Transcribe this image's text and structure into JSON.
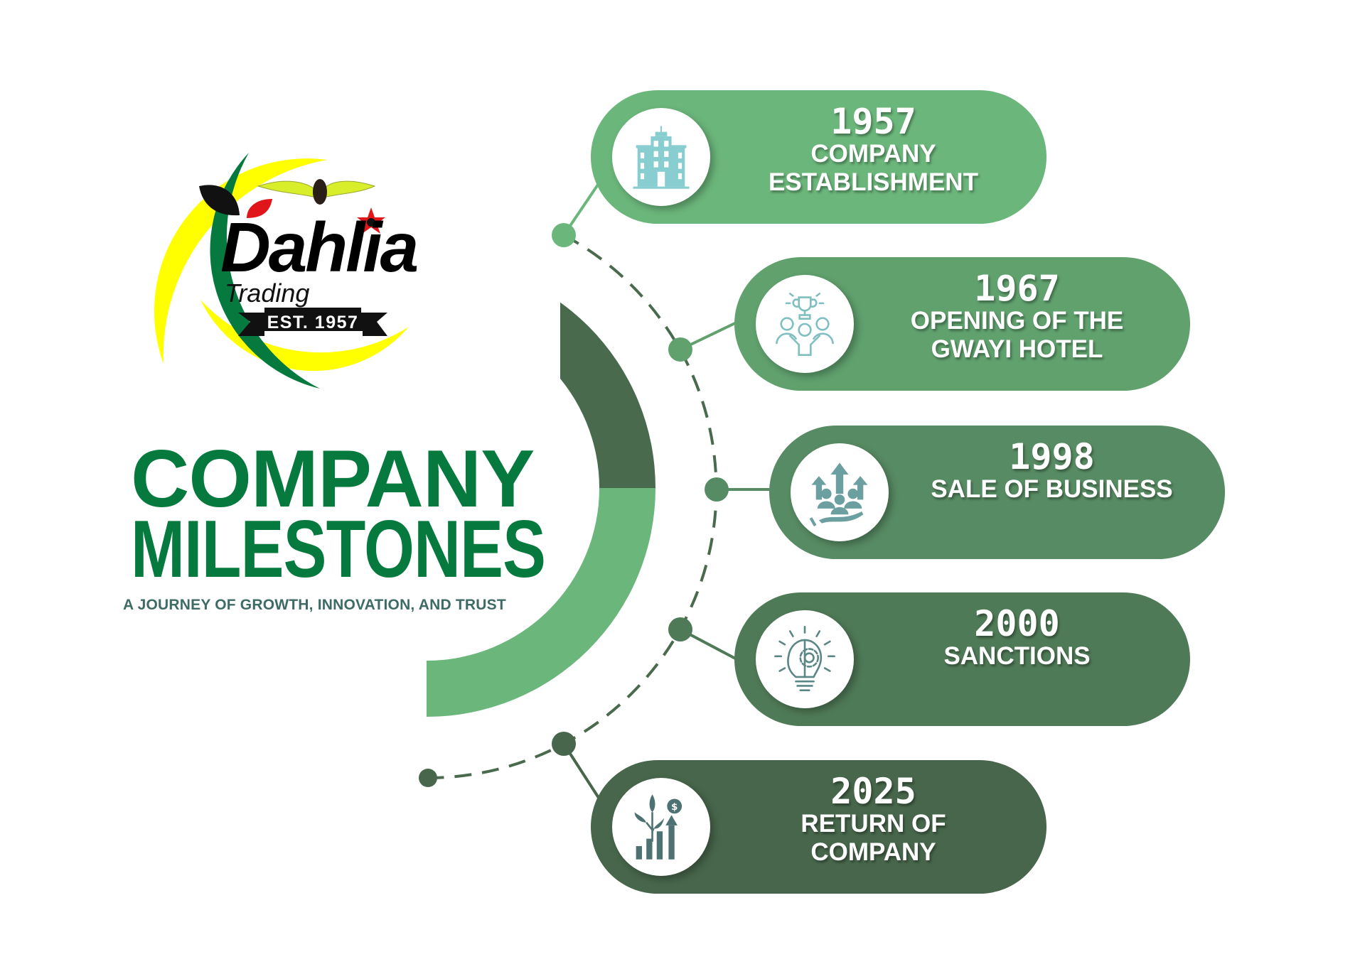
{
  "logo": {
    "brand": "Dahlia",
    "sub": "Trading",
    "est": "EST. 1957"
  },
  "title": {
    "line1": "COMPANY",
    "line2": "MILESTONES",
    "subtitle": "A JOURNEY OF GROWTH, INNOVATION, AND TRUST"
  },
  "milestones": [
    {
      "year": "1957",
      "lines": [
        "COMPANY",
        "ESTABLISHMENT"
      ],
      "icon": "building-icon",
      "color": "#6bb67b"
    },
    {
      "year": "1967",
      "lines": [
        "OPENING OF THE",
        "GWAYI HOTEL"
      ],
      "icon": "trophy-team-icon",
      "color": "#60a16e"
    },
    {
      "year": "1998",
      "lines": [
        "SALE OF BUSINESS"
      ],
      "icon": "growth-people-icon",
      "color": "#578b63"
    },
    {
      "year": "2000",
      "lines": [
        "SANCTIONS"
      ],
      "icon": "lightbulb-gear-icon",
      "color": "#4f7a57"
    },
    {
      "year": "2025",
      "lines": [
        "RETURN OF",
        "COMPANY"
      ],
      "icon": "plant-growth-chart-icon",
      "color": "#47664b"
    }
  ],
  "colors": {
    "title": "#067a3e",
    "arc_dark": "#4a6a4e",
    "arc_light": "#6ab67b",
    "logo_yellow": "#ffff00",
    "logo_green": "#067a3e"
  }
}
